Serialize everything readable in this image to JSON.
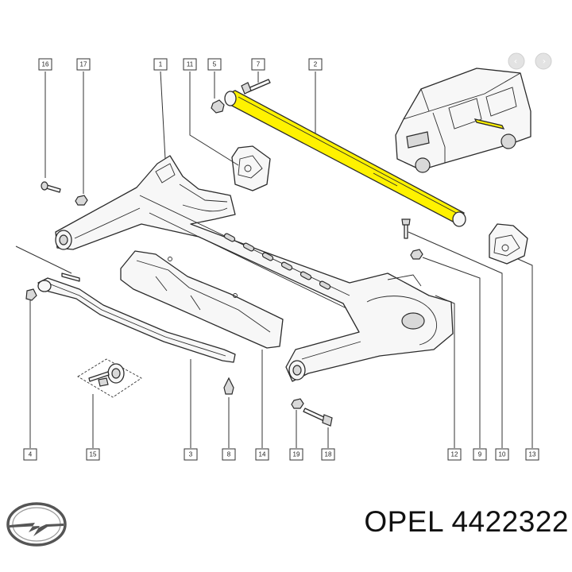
{
  "diagram": {
    "callouts": [
      {
        "id": "c16",
        "label": "16"
      },
      {
        "id": "c17",
        "label": "17"
      },
      {
        "id": "c1",
        "label": "1"
      },
      {
        "id": "c11",
        "label": "11"
      },
      {
        "id": "c5",
        "label": "5"
      },
      {
        "id": "c7",
        "label": "7"
      },
      {
        "id": "c2",
        "label": "2"
      },
      {
        "id": "c4",
        "label": "4"
      },
      {
        "id": "c15",
        "label": "15"
      },
      {
        "id": "c3",
        "label": "3"
      },
      {
        "id": "c8",
        "label": "8"
      },
      {
        "id": "c14",
        "label": "14"
      },
      {
        "id": "c19",
        "label": "19"
      },
      {
        "id": "c18",
        "label": "18"
      },
      {
        "id": "c12",
        "label": "12"
      },
      {
        "id": "c9",
        "label": "9"
      },
      {
        "id": "c10",
        "label": "10"
      },
      {
        "id": "c13",
        "label": "13"
      }
    ],
    "highlighted_part": "2",
    "highlight_color": "#fff200"
  },
  "nav": {
    "prev_icon": "chevron-left-icon",
    "next_icon": "chevron-right-icon",
    "prev_glyph": "‹",
    "next_glyph": "›"
  },
  "caption": {
    "text": "OPEL 4422322"
  },
  "brand": {
    "logo_icon": "opel-logo-icon"
  }
}
